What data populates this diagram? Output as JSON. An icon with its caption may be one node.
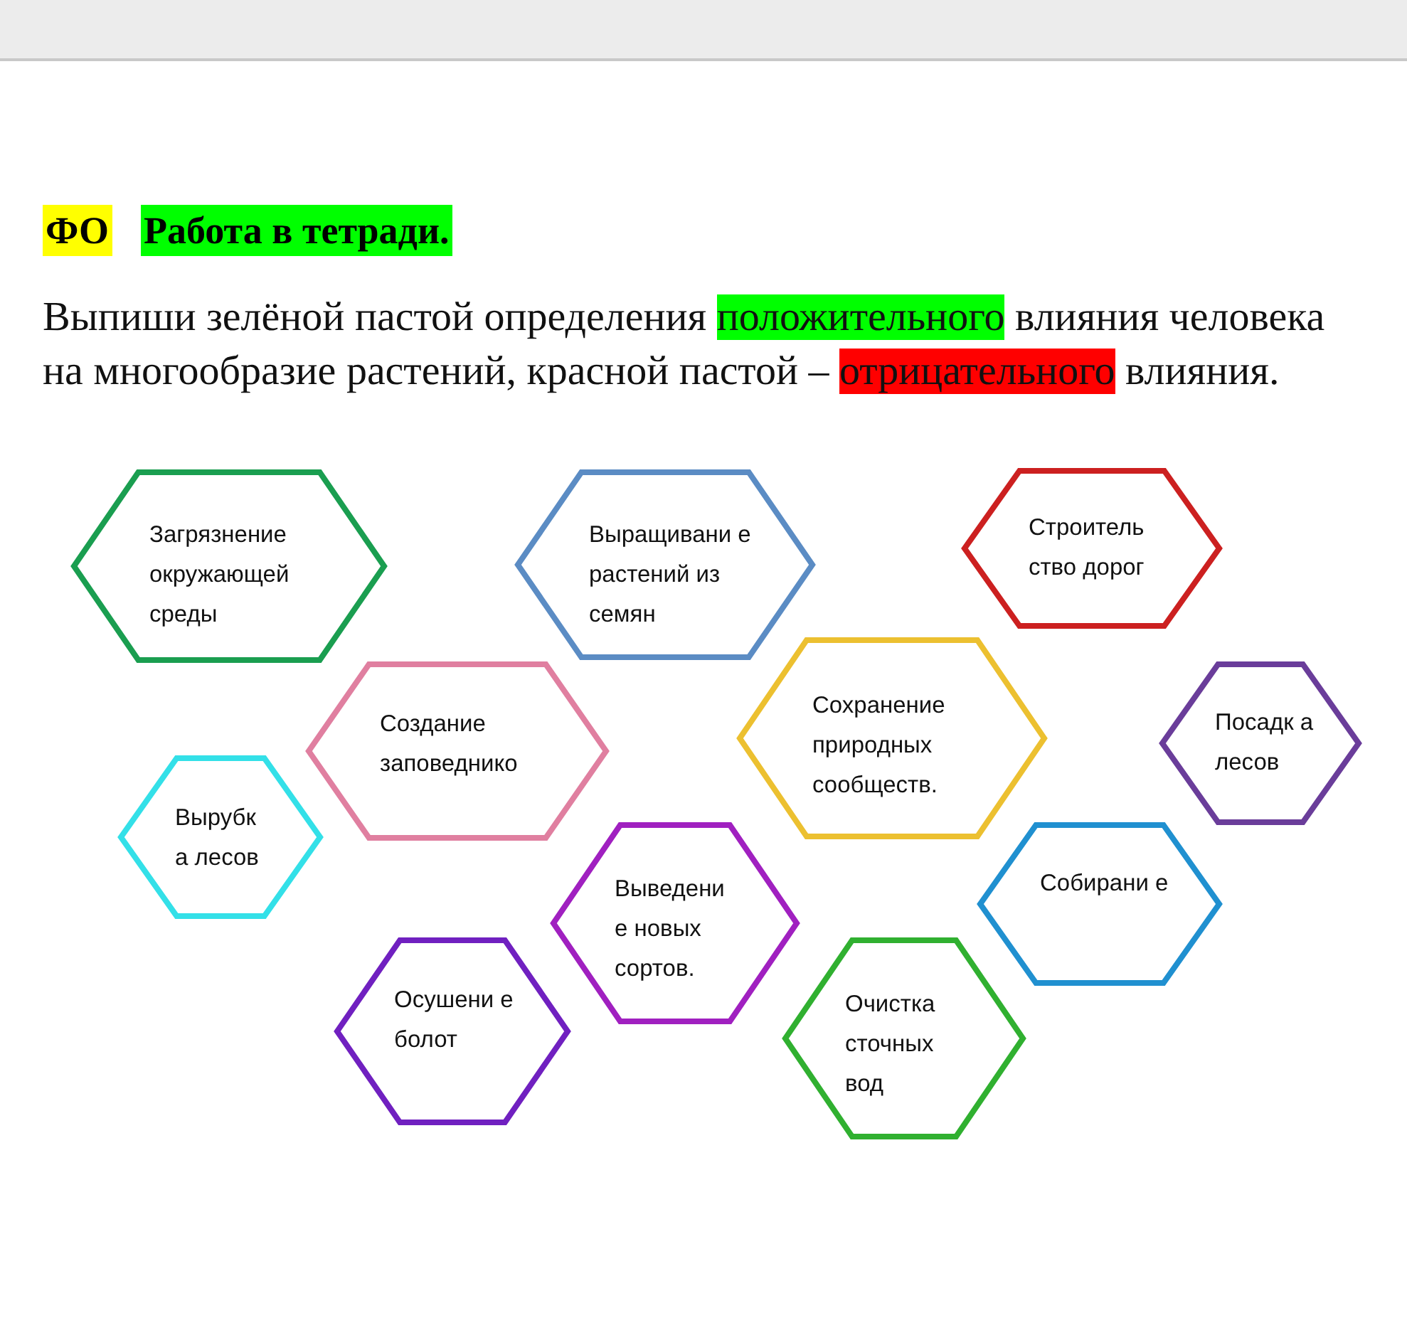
{
  "diagram": {
    "nodes": [
      {
        "text": [
          "Загрязнение окружающей среды"
        ]
      },
      {
        "text": [
          "Выращивани е растений из семян"
        ]
      },
      {
        "text": [
          "Строитель ство дорог"
        ]
      },
      {
        "text": [
          "Создание заповеднико"
        ]
      },
      {
        "text": [
          "Сохранение природных сообществ."
        ]
      },
      {
        "text": [
          "Посадк а лесов"
        ]
      },
      {
        "text": [
          "Вырубк а лесов"
        ]
      },
      {
        "text": [
          "Выведени е новых сортов."
        ]
      },
      {
        "text": [
          "Собирани е"
        ]
      },
      {
        "text": [
          "Осушени е болот"
        ]
      },
      {
        "text": [
          "Очистка сточных вод"
        ]
      }
    ],
    "labels": [
      "ФО",
      "Работа в тетради.",
      "Выпиши зелёной пастой определения положительного влияния человека на многообразие растений, красной пастой – отрицательного влияния."
    ]
  }
}
